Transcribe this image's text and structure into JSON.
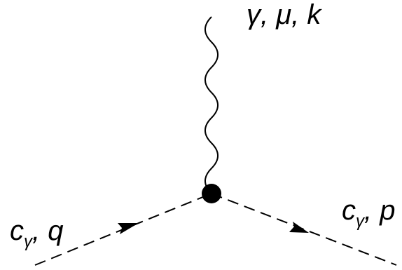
{
  "colors": {
    "line": "#000000",
    "background": "#ffffff",
    "vertex": "#000000"
  },
  "diagram": {
    "photon_label": "γ, μ, k",
    "incoming_label": {
      "base": "c",
      "subscript": "γ",
      "rest": ", q"
    },
    "outgoing_label": {
      "base": "c",
      "subscript": "γ",
      "rest": ", p"
    }
  }
}
